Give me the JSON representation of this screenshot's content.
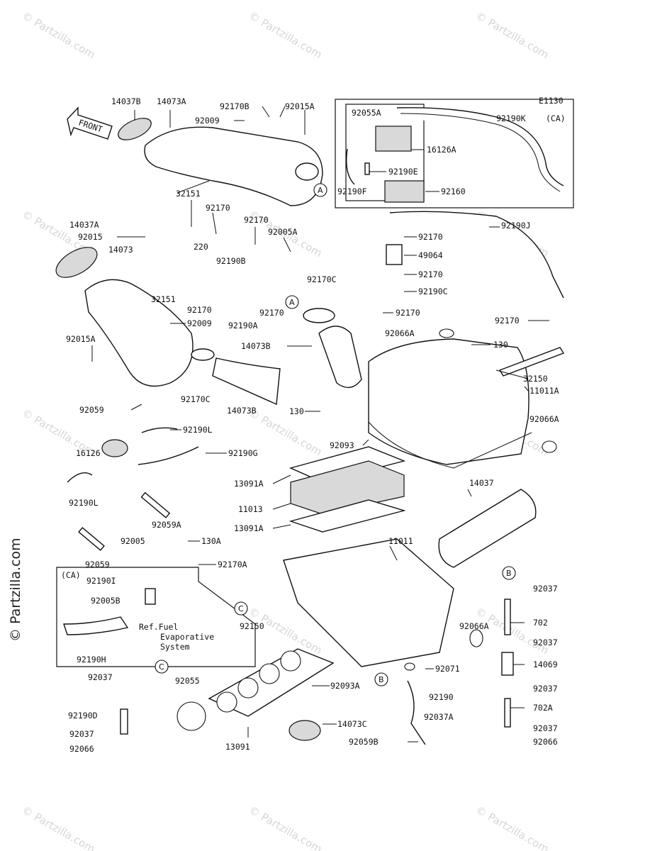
{
  "watermark": {
    "text": "© Partzilla.com",
    "copyright_label": "© Partzilla.com"
  },
  "diagram_code": "E1130",
  "front_arrow_label": "FRONT",
  "callouts": {
    "A": "A",
    "B": "B",
    "C": "C"
  },
  "boxes": {
    "ca_top": "(CA)",
    "ca_bottom": "(CA)",
    "ref_note": [
      "Ref.Fuel",
      "Evaporative",
      "System"
    ]
  },
  "labels": {
    "p14037B": "14037B",
    "p14073A": "14073A",
    "p92170B": "92170B",
    "p92015A_top": "92015A",
    "p92009_top": "92009",
    "p92055A": "92055A",
    "p92190K": "92190K",
    "p16126A": "16126A",
    "p92190E": "92190E",
    "p92190F": "92190F",
    "p92160": "92160",
    "p32151_top": "32151",
    "p92170_a": "92170",
    "p92170_b": "92170",
    "p14037A": "14037A",
    "p92015": "92015",
    "p92005A": "92005A",
    "p92190J": "92190J",
    "p14073": "14073",
    "p220": "220",
    "p92190B": "92190B",
    "p92170_c": "92170",
    "p49064": "49064",
    "p92170_d": "92170",
    "p32151_mid": "32151",
    "p92170C_top": "92170C",
    "p92190C": "92190C",
    "p92170_e": "92170",
    "p92170_f": "92170",
    "p92190A": "92190A",
    "p92170_g": "92170",
    "p92170_h": "92170",
    "p92009_mid": "92009",
    "p92066A_top": "92066A",
    "p130_a": "130",
    "p92015A_left": "92015A",
    "p14073B_mid": "14073B",
    "p32150": "32150",
    "p11011A": "11011A",
    "p92170C_low": "92170C",
    "p14073B_low": "14073B",
    "p130_b": "130",
    "p92066A_right": "92066A",
    "p92059_top": "92059",
    "p92190L_right": "92190L",
    "p16126": "16126",
    "p92190G": "92190G",
    "p92093": "92093",
    "p13091A_top": "13091A",
    "p14037": "14037",
    "p11013": "11013",
    "p92190L_low": "92190L",
    "p13091A_low": "13091A",
    "p92059A": "92059A",
    "p92005": "92005",
    "p130A": "130A",
    "p11011": "11011",
    "p92059_low": "92059",
    "p92170A": "92170A",
    "p92190I": "92190I",
    "p92037_r1": "92037",
    "p92005B": "92005B",
    "p702": "702",
    "p92150": "92150",
    "p92066A_low": "92066A",
    "p92190H": "92190H",
    "p92037_r2": "92037",
    "p92037_left": "92037",
    "p92071": "92071",
    "p14069": "14069",
    "p92055": "92055",
    "p92093A": "92093A",
    "p92190_low": "92190",
    "p92037_r3": "92037",
    "p92190D": "92190D",
    "p702A": "702A",
    "p92037A": "92037A",
    "p92037_low": "92037",
    "p14073C": "14073C",
    "p92037_r4": "92037",
    "p92066_left": "92066",
    "p13091": "13091",
    "p92059B": "92059B",
    "p92066_right": "92066"
  }
}
